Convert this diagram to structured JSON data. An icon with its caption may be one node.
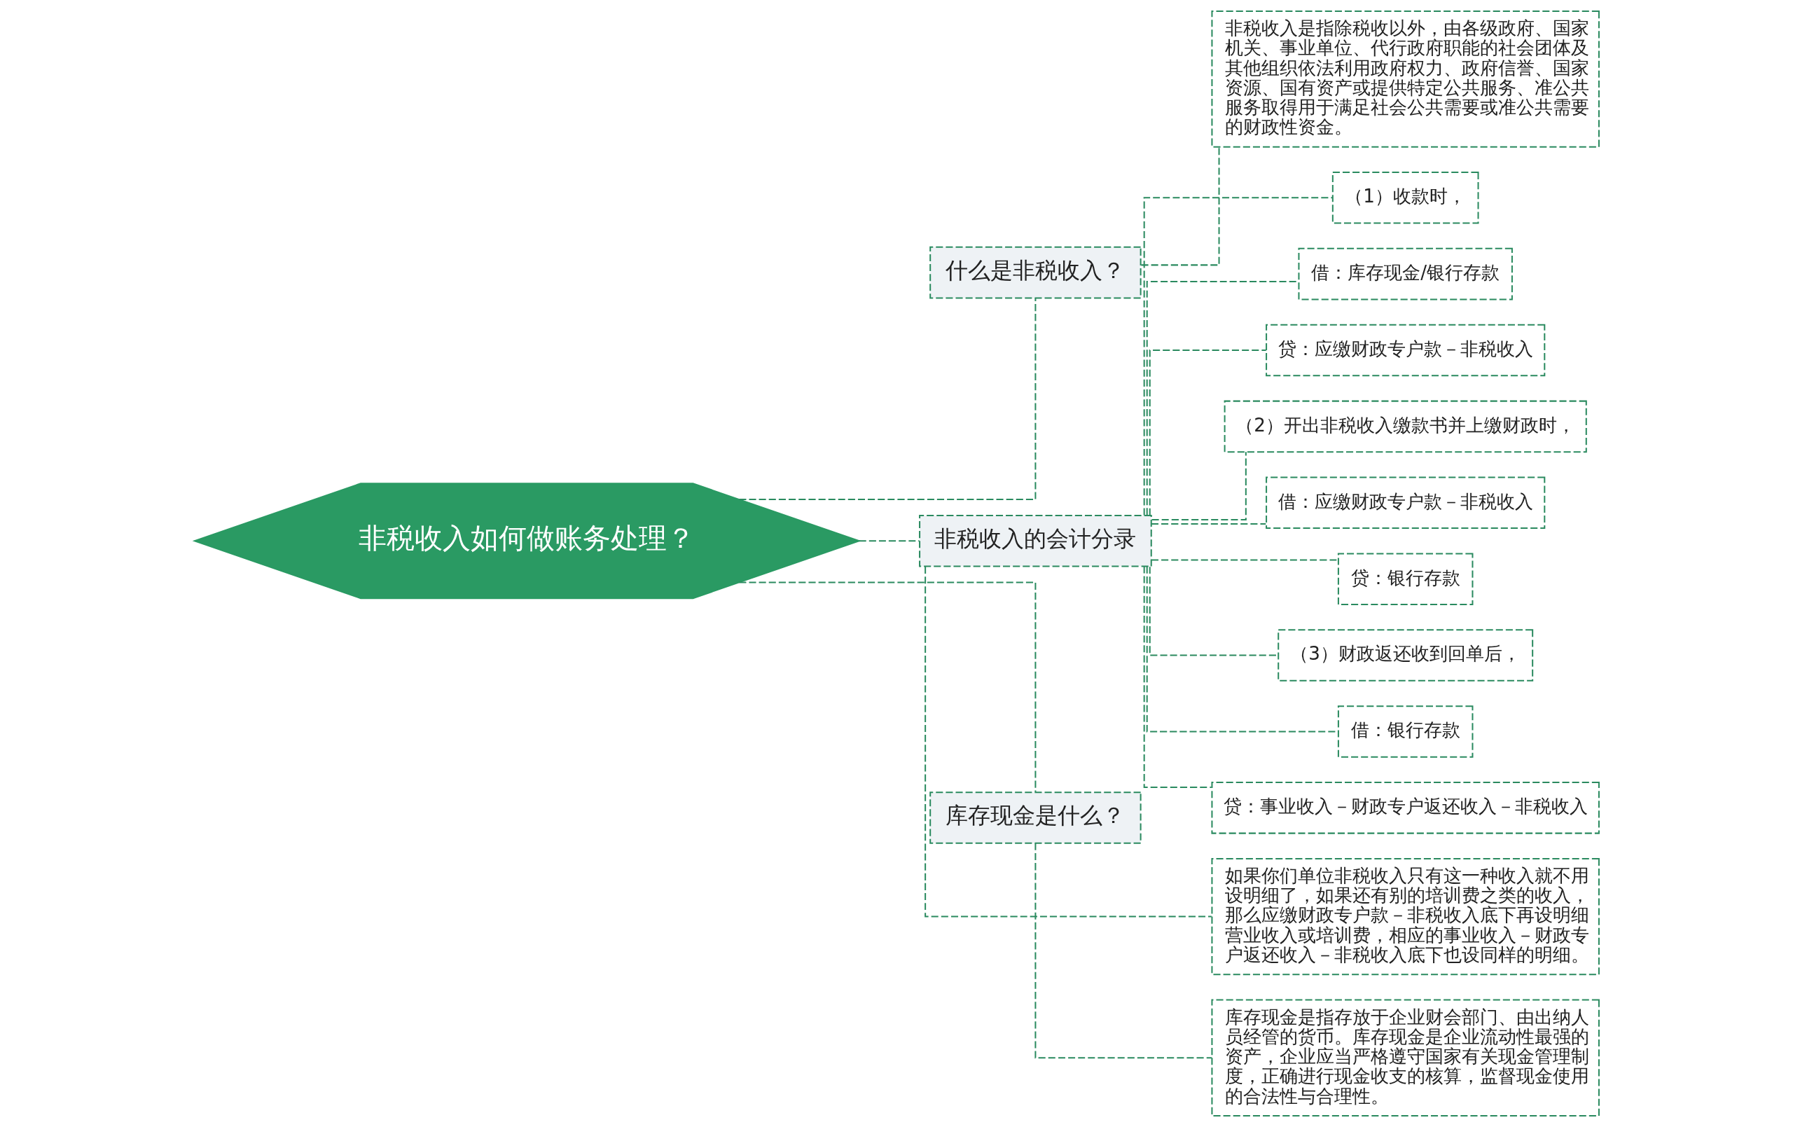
{
  "diagram": {
    "nodes": [
      {
        "text": [
          "非税收入如何做账务处理？"
        ]
      },
      {
        "text": [
          "什么是非税收入？"
        ]
      },
      {
        "text": [
          "非税收入是指除税收以外，由各级政府、国家机关、事业单位、代行政府职能的社会团体及其他组织依法利用政府权力、政府信誉、国家资源、国有资产或提供特定公共服务、准公共服务取得用于满足社会公共需要或准公共需要的财政性资金。"
        ]
      },
      {
        "text": [
          "非税收入的会计分录"
        ]
      },
      {
        "text": [
          "（1）收款时，"
        ]
      },
      {
        "text": [
          "借：库存现金/银行存款"
        ]
      },
      {
        "text": [
          "贷：应缴财政专户款－非税收入"
        ]
      },
      {
        "text": [
          "（2）开出非税收入缴款书并上缴财政时，"
        ]
      },
      {
        "text": [
          "借：应缴财政专户款－非税收入"
        ]
      },
      {
        "text": [
          "贷：银行存款"
        ]
      },
      {
        "text": [
          "（3）财政返还收到回单后，"
        ]
      },
      {
        "text": [
          "借：银行存款"
        ]
      },
      {
        "text": [
          "贷：事业收入－财政专户返还收入－非税收入"
        ]
      },
      {
        "text": [
          "如果你们单位非税收入只有这一种收入就不用设明细了，如果还有别的培训费之类的收入，那么应缴财政专户款－非税收入底下再设明细营业收入或培训费，相应的事业收入－财政专户返还收入－非税收入底下也设同样的明细。"
        ]
      },
      {
        "text": [
          "库存现金是什么？"
        ]
      },
      {
        "text": [
          "库存现金是指存放于企业财会部门、由出纳人员经管的货币。库存现金是企业流动性最强的资产，企业应当严格遵守国家有关现金管理制度，正确进行现金收支的核算，监督现金使用的合法性与合理性。"
        ]
      }
    ],
    "edges": [
      {
        "from": 0,
        "to": 1,
        "arrow": "none",
        "style": "dashed"
      },
      {
        "from": 1,
        "to": 2,
        "arrow": "none",
        "style": "dashed"
      },
      {
        "from": 0,
        "to": 3,
        "arrow": "none",
        "style": "dashed"
      },
      {
        "from": 3,
        "to": 4,
        "arrow": "none",
        "style": "dashed"
      },
      {
        "from": 3,
        "to": 5,
        "arrow": "none",
        "style": "dashed"
      },
      {
        "from": 3,
        "to": 6,
        "arrow": "none",
        "style": "dashed"
      },
      {
        "from": 3,
        "to": 7,
        "arrow": "none",
        "style": "dashed"
      },
      {
        "from": 3,
        "to": 8,
        "arrow": "none",
        "style": "dashed"
      },
      {
        "from": 3,
        "to": 9,
        "arrow": "none",
        "style": "dashed"
      },
      {
        "from": 3,
        "to": 10,
        "arrow": "none",
        "style": "dashed"
      },
      {
        "from": 3,
        "to": 11,
        "arrow": "none",
        "style": "dashed"
      },
      {
        "from": 3,
        "to": 12,
        "arrow": "none",
        "style": "dashed"
      },
      {
        "from": 3,
        "to": 13,
        "arrow": "none",
        "style": "dashed"
      },
      {
        "from": 0,
        "to": 14,
        "arrow": "none",
        "style": "dashed"
      },
      {
        "from": 14,
        "to": 15,
        "arrow": "none",
        "style": "dashed"
      }
    ]
  }
}
